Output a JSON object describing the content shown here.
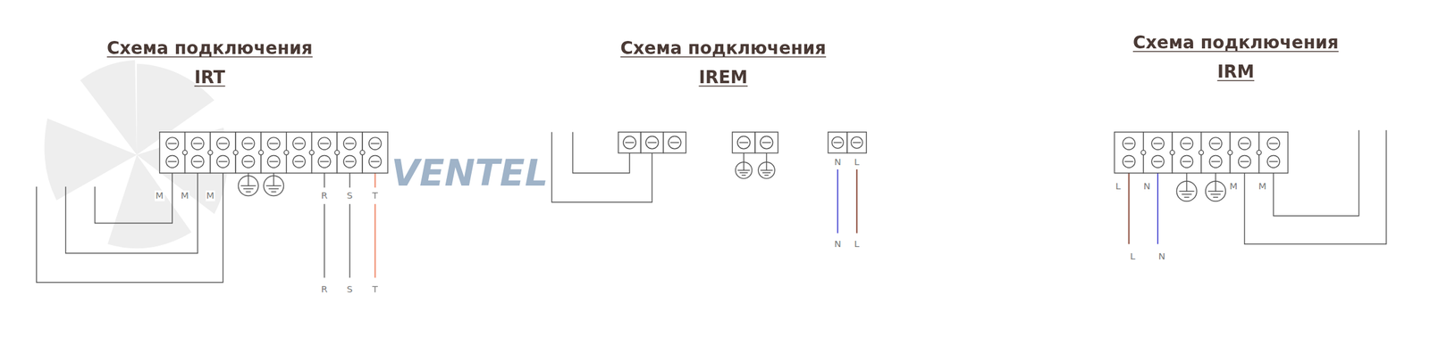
{
  "diagram": {
    "labels": [
      "Схема подключения",
      "IRT",
      "Схема подключения",
      "IREM",
      "Схема подключения",
      "IRM",
      "M",
      "M",
      "M",
      "R",
      "S",
      "T",
      "R",
      "S",
      "T",
      "N",
      "L",
      "N",
      "L",
      "L",
      "N",
      "M",
      "M",
      "L",
      "N",
      "VENTEL"
    ]
  }
}
